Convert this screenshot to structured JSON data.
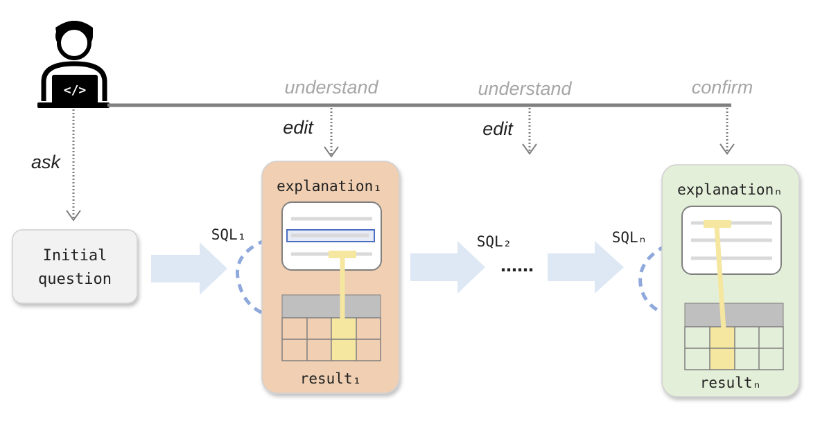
{
  "user": {
    "icon": "user-with-laptop-icon",
    "laptop_symbol": "</>"
  },
  "actions": {
    "ask": "ask",
    "understand_1": "understand",
    "understand_2": "understand",
    "confirm": "confirm",
    "edit_1": "edit",
    "edit_2": "edit"
  },
  "question_box": {
    "line1": "Initial",
    "line2": "question"
  },
  "sql": {
    "sql_1": "SQL₁",
    "sql_2": "SQL₂",
    "sql_n": "SQLₙ"
  },
  "panel_1": {
    "explanation": "explanation₁",
    "result": "result₁"
  },
  "panel_n": {
    "explanation": "explanationₙ",
    "result": "resultₙ"
  },
  "ellipsis": "……",
  "colors": {
    "panel_1_fill": "#f0cfb2",
    "panel_n_fill": "#e4efd9",
    "big_arrow": "#dde8f4",
    "dashed_arrow": "#8fa9dc",
    "highlight": "#f5e6a0",
    "label_gray": "#a6a6a6",
    "header_gray": "#bfbfbf",
    "timeline": "#7f7f7f",
    "blue_row": "#4a6fc0"
  }
}
